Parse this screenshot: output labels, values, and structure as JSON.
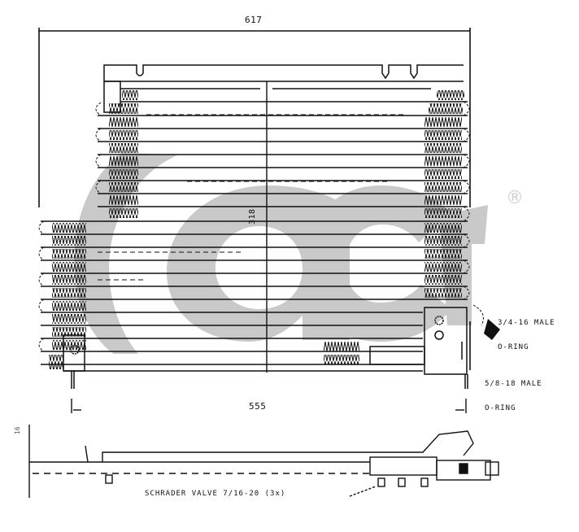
{
  "drawing": {
    "subject": "A/C condenser technical drawing",
    "watermark": {
      "text": "acr",
      "color": "#c8c8c8",
      "registered_mark": "®"
    },
    "dimensions": {
      "overall_width": "617",
      "core_width": "555",
      "core_height": "318",
      "side_thickness": "16"
    },
    "callouts": {
      "inlet": [
        "3/4-16 MALE",
        "O-RING"
      ],
      "outlet": [
        "5/8-18 MALE",
        "O-RING"
      ],
      "service_valve": "SCHRADER VALVE 7/16-20 (3x)"
    },
    "views": [
      "front-view",
      "side-view"
    ],
    "line_color": "#111111"
  }
}
